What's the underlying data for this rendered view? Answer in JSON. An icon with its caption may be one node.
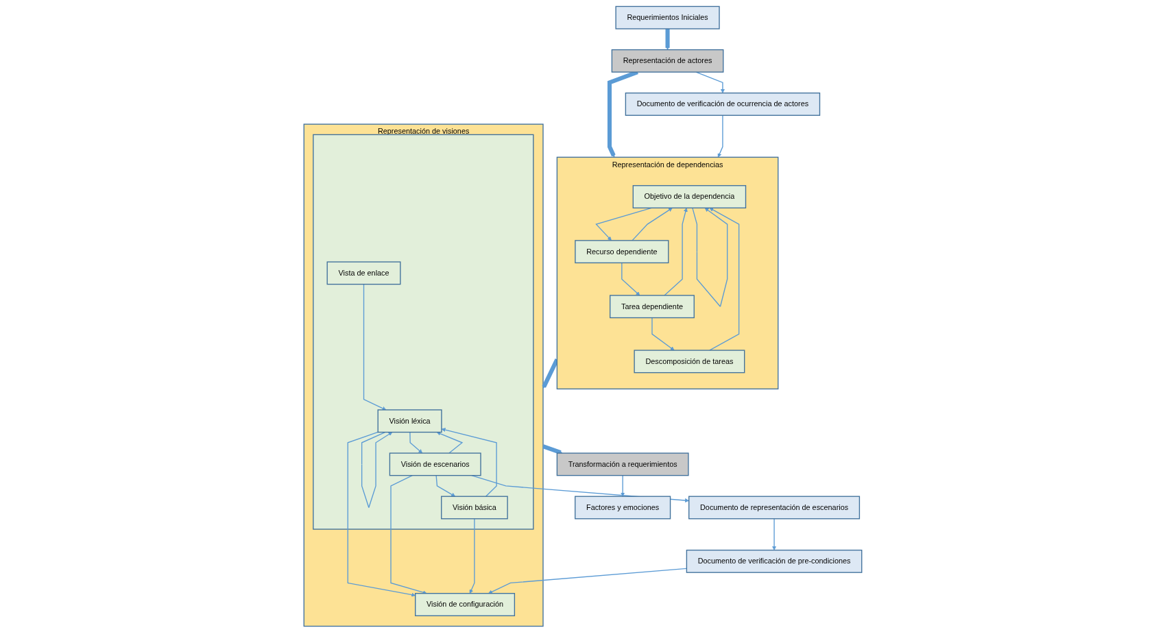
{
  "diagram": {
    "nodes": [
      {
        "text": [
          "Requerimientos Iniciales"
        ]
      },
      {
        "text": [
          "Representación de actores"
        ]
      },
      {
        "text": [
          "Documento de verificación de ocurrencia de actores"
        ]
      },
      {
        "text": [
          "Representación de dependencias"
        ]
      },
      {
        "text": [
          "Objetivo de la dependencia"
        ],
        "in": 3
      },
      {
        "text": [
          "Recurso dependiente"
        ],
        "in": 3
      },
      {
        "text": [
          "Tarea dependiente"
        ],
        "in": 3
      },
      {
        "text": [
          "Descomposición de tareas"
        ],
        "in": 3
      },
      {
        "text": [
          "Documento de representación de escenarios"
        ]
      },
      {
        "text": [
          "Representación de visiones"
        ]
      },
      {
        "text": [
          "Documento de verificación de pre-condiciones"
        ]
      },
      {
        "text": [],
        "shape": "box",
        "in": 9
      },
      {
        "text": [
          "Visión léxica"
        ],
        "in": 11
      },
      {
        "text": [
          "Visión de escenarios"
        ],
        "in": 11
      },
      {
        "text": [
          "Visión básica"
        ],
        "in": 11
      },
      {
        "text": [
          "Vista de enlace"
        ],
        "in": 11
      },
      {
        "text": [
          "Visión de configuración"
        ],
        "in": 9
      },
      {
        "text": [
          "Transformación a requerimientos"
        ]
      },
      {
        "text": [
          "Factores y emociones"
        ]
      }
    ],
    "edges": [
      {
        "from": 0,
        "to": 1,
        "arrow": "to",
        "style": "thick"
      },
      {
        "from": 1,
        "to": 2,
        "arrow": "to"
      },
      {
        "from": 1,
        "to": 3,
        "arrow": "to",
        "style": "thick"
      },
      {
        "from": 2,
        "to": 3,
        "arrow": "to"
      },
      {
        "from": 4,
        "to": 5,
        "arrow": "to"
      },
      {
        "from": 5,
        "to": 6,
        "arrow": "to"
      },
      {
        "from": 6,
        "to": 7,
        "arrow": "to"
      },
      {
        "from": 4,
        "to": 4,
        "arrow": "to"
      },
      {
        "from": 5,
        "to": 4,
        "arrow": "to"
      },
      {
        "from": 6,
        "to": 4,
        "arrow": "to"
      },
      {
        "from": 7,
        "to": 4,
        "arrow": "to"
      },
      {
        "from": 3,
        "to": 9,
        "arrow": "to",
        "style": "thick"
      },
      {
        "from": 12,
        "to": 13,
        "arrow": "to"
      },
      {
        "from": 13,
        "to": 14,
        "arrow": "to"
      },
      {
        "from": 12,
        "to": 12,
        "arrow": "to"
      },
      {
        "from": 13,
        "to": 12,
        "arrow": "to"
      },
      {
        "from": 14,
        "to": 12,
        "arrow": "to"
      },
      {
        "from": 15,
        "to": 12,
        "arrow": "to"
      },
      {
        "from": 12,
        "to": 16,
        "arrow": "to"
      },
      {
        "from": 13,
        "to": 16,
        "arrow": "to"
      },
      {
        "from": 14,
        "to": 16,
        "arrow": "to"
      },
      {
        "from": 13,
        "to": 8,
        "arrow": "to"
      },
      {
        "from": 8,
        "to": 10,
        "arrow": "to"
      },
      {
        "from": 10,
        "to": 16,
        "arrow": "to"
      },
      {
        "from": 9,
        "to": 17,
        "arrow": "to",
        "style": "thick"
      },
      {
        "from": 17,
        "to": 18,
        "arrow": "to"
      }
    ]
  }
}
